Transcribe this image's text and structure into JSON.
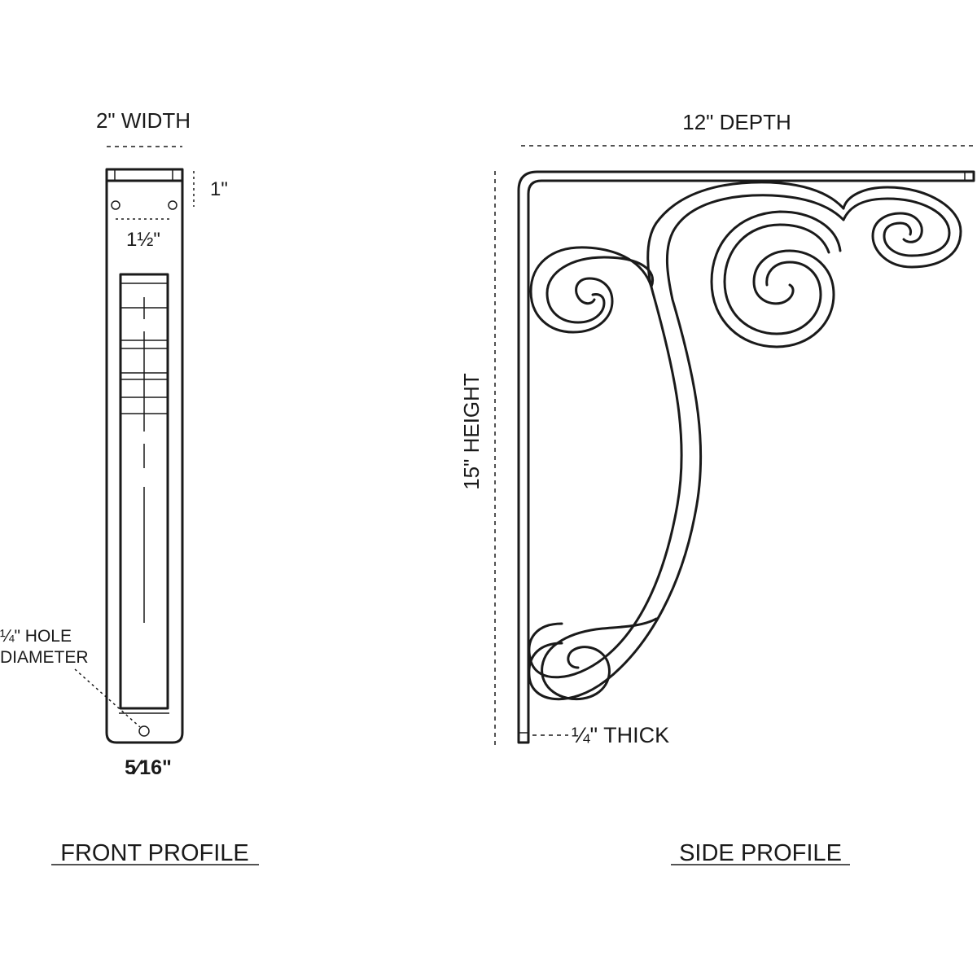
{
  "front": {
    "width_label": "2\" WIDTH",
    "top_offset_label": "1\"",
    "hole_spacing_label": "1½\"",
    "hole_label_line1": "¼\" HOLE",
    "hole_label_line2": "DIAMETER",
    "bottom_label": "5⁄16\"",
    "title": "FRONT PROFILE"
  },
  "side": {
    "depth_label": "12\" DEPTH",
    "height_label": "15\" HEIGHT",
    "thick_label": "¼\" THICK",
    "title": "SIDE PROFILE"
  }
}
